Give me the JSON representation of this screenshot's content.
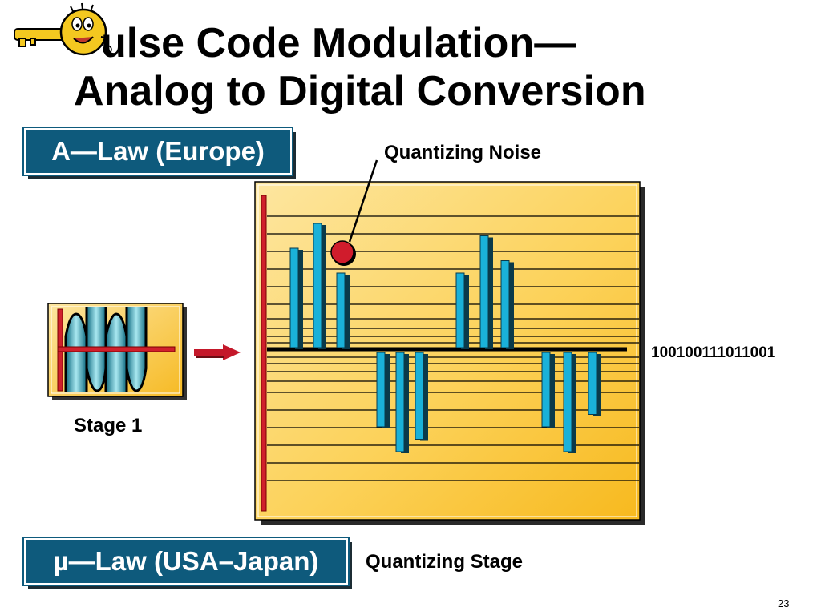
{
  "slide": {
    "title_line1": "ulse Code Modulation—",
    "title_line2": "Analog to Digital Conversion",
    "page_number": "23"
  },
  "labels": {
    "a_law": "A—Law (Europe)",
    "mu_law": "µ—Law (USA–Japan)",
    "quantizing_noise": "Quantizing Noise",
    "stage1": "Stage 1",
    "quantizing_stage": "Quantizing Stage",
    "binary_output": "100100111011001"
  },
  "icons": {
    "logo": "key-character-icon",
    "arrow": "red-arrow-icon",
    "noise_marker": "red-dot-icon"
  },
  "colors": {
    "panel_fill": "#fcc93a",
    "sample_bar": "#1ab1d9",
    "red_axis": "#d0202c",
    "box_fill": "#0e5a7c"
  },
  "quantizing": {
    "sample_bars": [
      {
        "dir": "up",
        "level": 4
      },
      {
        "dir": "up",
        "level": 5
      },
      {
        "dir": "up",
        "level": 3
      },
      {
        "dir": "down",
        "level": 3
      },
      {
        "dir": "down",
        "level": 4
      },
      {
        "dir": "down",
        "level": 3.5
      },
      {
        "dir": "up",
        "level": 3
      },
      {
        "dir": "up",
        "level": 4.5
      },
      {
        "dir": "up",
        "level": 3.5
      },
      {
        "dir": "down",
        "level": 3
      },
      {
        "dir": "down",
        "level": 4
      },
      {
        "dir": "down",
        "level": 2.5
      }
    ]
  }
}
